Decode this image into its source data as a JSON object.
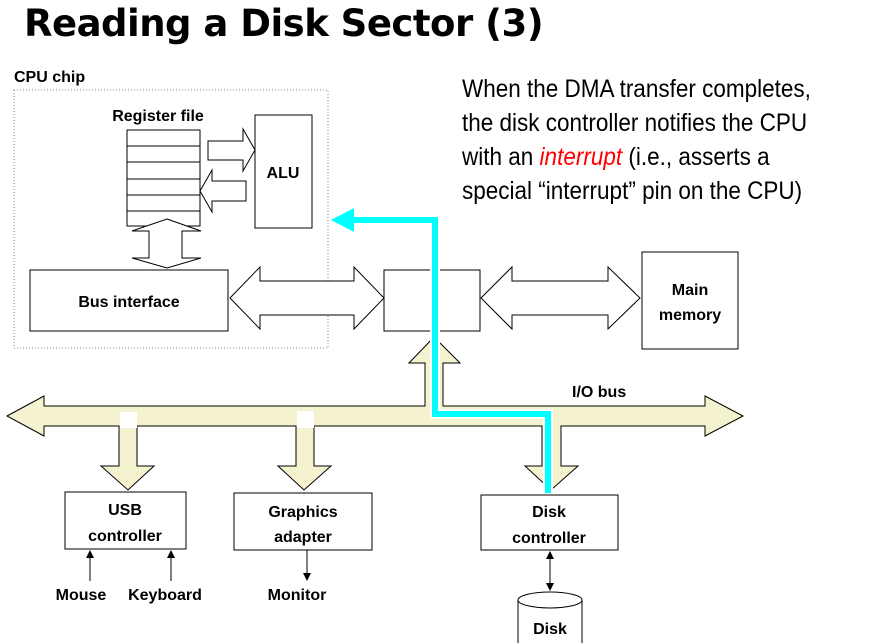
{
  "slide": {
    "title": "Reading a Disk Sector (3)",
    "note": {
      "line1": "When the DMA transfer completes,",
      "line2": "the disk controller notifies the CPU",
      "line3_before": "with an ",
      "line3_em": "interrupt",
      "line3_after": " (i.e., asserts a",
      "line4": "special “interrupt” pin on the CPU)"
    }
  },
  "diagram": {
    "cpu_chip_label": "CPU chip",
    "register_file_label": "Register file",
    "alu_label": "ALU",
    "bus_interface_label": "Bus interface",
    "main_memory_label_line1": "Main",
    "main_memory_label_line2": "memory",
    "io_bus_label": "I/O bus",
    "usb_controller_line1": "USB",
    "usb_controller_line2": "controller",
    "graphics_adapter_line1": "Graphics",
    "graphics_adapter_line2": "adapter",
    "disk_controller_line1": "Disk",
    "disk_controller_line2": "controller",
    "disk_label": "Disk",
    "mouse_label": "Mouse",
    "keyboard_label": "Keyboard",
    "monitor_label": "Monitor"
  },
  "colors": {
    "bus_fill": "#f5f3cf",
    "interrupt_path": "#00ffff",
    "emphasis": "#ff0000"
  }
}
